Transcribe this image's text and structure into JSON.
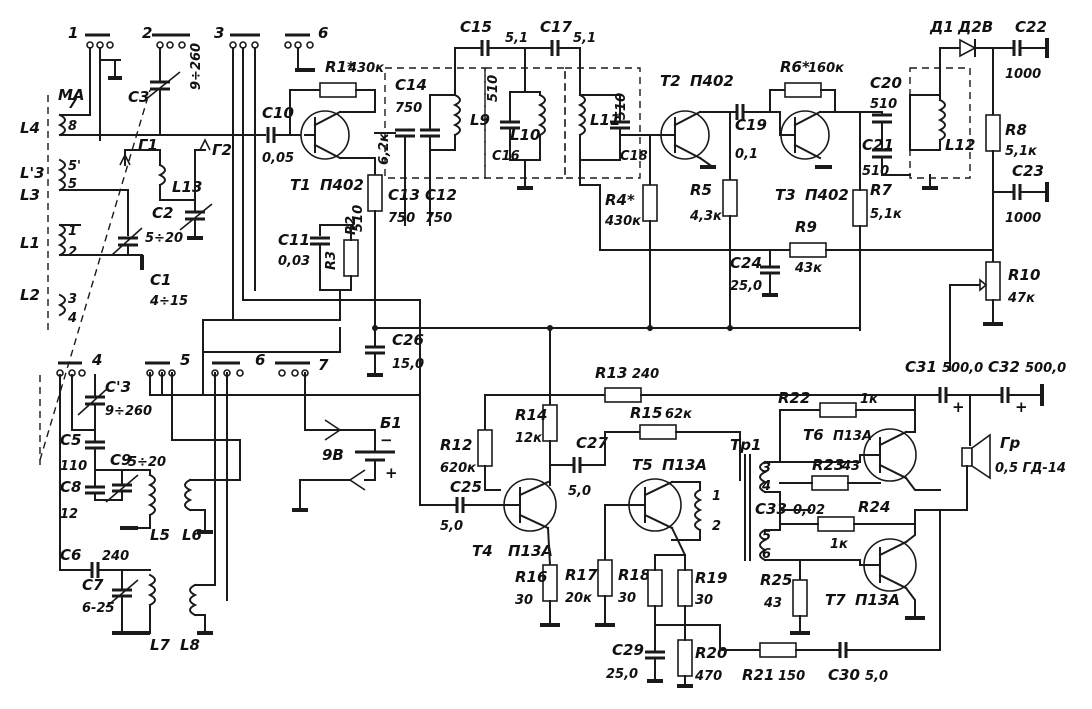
{
  "switch_numbers": [
    "1",
    "2",
    "3",
    "6",
    "4",
    "5",
    "6",
    "7"
  ],
  "labels": {
    "MA": "MA",
    "L4": "L4",
    "L3p": "L'3",
    "L3": "L3",
    "L1": "L1",
    "L2": "L2",
    "coil_7": "7",
    "coil_8": "8",
    "coil_5p": "5'",
    "coil_5": "5",
    "coil_1": "1",
    "coil_2": "2",
    "coil_3": "3",
    "coil_4": "4",
    "G1": "Г1",
    "G2": "Г2",
    "L13": "L13",
    "C1": "C1",
    "C1v": "4÷15",
    "C2": "C2",
    "C2v": "5÷20",
    "C3": "C3",
    "C3v": "9÷260",
    "C10": "C10",
    "C10v": "0,05",
    "R1": "R1*",
    "R1v": "430к",
    "T1": "T1",
    "T1v": "П402",
    "R2": "R2",
    "R2v": "6,2к",
    "C11": "C11",
    "C11v": "0,03",
    "R3": "R3",
    "R3v": "510",
    "C14": "C14",
    "C14v": "750",
    "C13": "C13",
    "C13v": "750",
    "C12": "C12",
    "C12v": "750",
    "L9": "L9",
    "C15": "C15",
    "C15v": "5,1",
    "C17": "C17",
    "C17v": "5,1",
    "C16": "C16",
    "C16v": "510",
    "L10": "L10",
    "L11": "L11",
    "C18": "C18",
    "C18v": "510",
    "T2": "T2",
    "T2v": "П402",
    "R4": "R4*",
    "R4v": "430к",
    "C19": "C19",
    "C19v": "0,1",
    "R5": "R5",
    "R5v": "4,3к",
    "R6": "R6*",
    "R6v": "160к",
    "T3": "T3",
    "T3v": "П402",
    "C20": "C20",
    "C20v": "510",
    "C21": "C21",
    "C21v": "510",
    "R7": "R7",
    "R7v": "5,1к",
    "L12": "L12",
    "D1": "Д1",
    "D1v": "Д2В",
    "C22": "C22",
    "C22v": "1000",
    "R8": "R8",
    "R8v": "5,1к",
    "C23": "C23",
    "C23v": "1000",
    "R9": "R9",
    "R9v": "43к",
    "C24": "C24",
    "C24v": "25,0",
    "R10": "R10",
    "R10v": "47к",
    "C26": "C26",
    "C26v": "15,0",
    "C3p": "C'3",
    "C3pv": "9÷260",
    "C5": "C5",
    "C5v": "110",
    "C8": "C8",
    "C8v": "12",
    "C9": "C9",
    "C9v": "5÷20",
    "L5": "L5",
    "L6": "L6",
    "C6": "C6",
    "C6v": "240",
    "C7": "C7",
    "C7v": "6-25",
    "L7": "L7",
    "L8": "L8",
    "B1": "Б1",
    "B1v": "9В",
    "R13": "R13",
    "R13v": "240",
    "R14": "R14",
    "R14v": "12к",
    "R12": "R12",
    "R12v": "620к",
    "C25": "C25",
    "C25v": "5,0",
    "T4": "T4",
    "T4v": "П13А",
    "R16": "R16",
    "R16v": "30",
    "R17": "R17",
    "R17v": "20к",
    "R18": "R18",
    "R18v": "30",
    "R15": "R15",
    "R15v": "62к",
    "C27": "C27",
    "C27v": "5,0",
    "T5": "T5",
    "T5v": "П13А",
    "R19": "R19",
    "R19v": "30",
    "C29": "C29",
    "C29v": "25,0",
    "R20": "R20",
    "R20v": "470",
    "R21": "R21",
    "R21v": "150",
    "C30": "C30",
    "C30v": "5,0",
    "Tp1": "Тр1",
    "C33": "C33",
    "C33v": "0,02",
    "R22": "R22",
    "R22v": "1к",
    "T6": "T6",
    "T6v": "П13А",
    "R23": "R23",
    "R23v": "43",
    "R24": "R24",
    "R24v": "1к",
    "R25": "R25",
    "R25v": "43",
    "T7": "T7",
    "T7v": "П13А",
    "C31": "C31",
    "C31v": "500,0",
    "C32": "C32",
    "C32v": "500,0",
    "Gr": "Гр",
    "Grv": "0,5 ГД-14"
  }
}
